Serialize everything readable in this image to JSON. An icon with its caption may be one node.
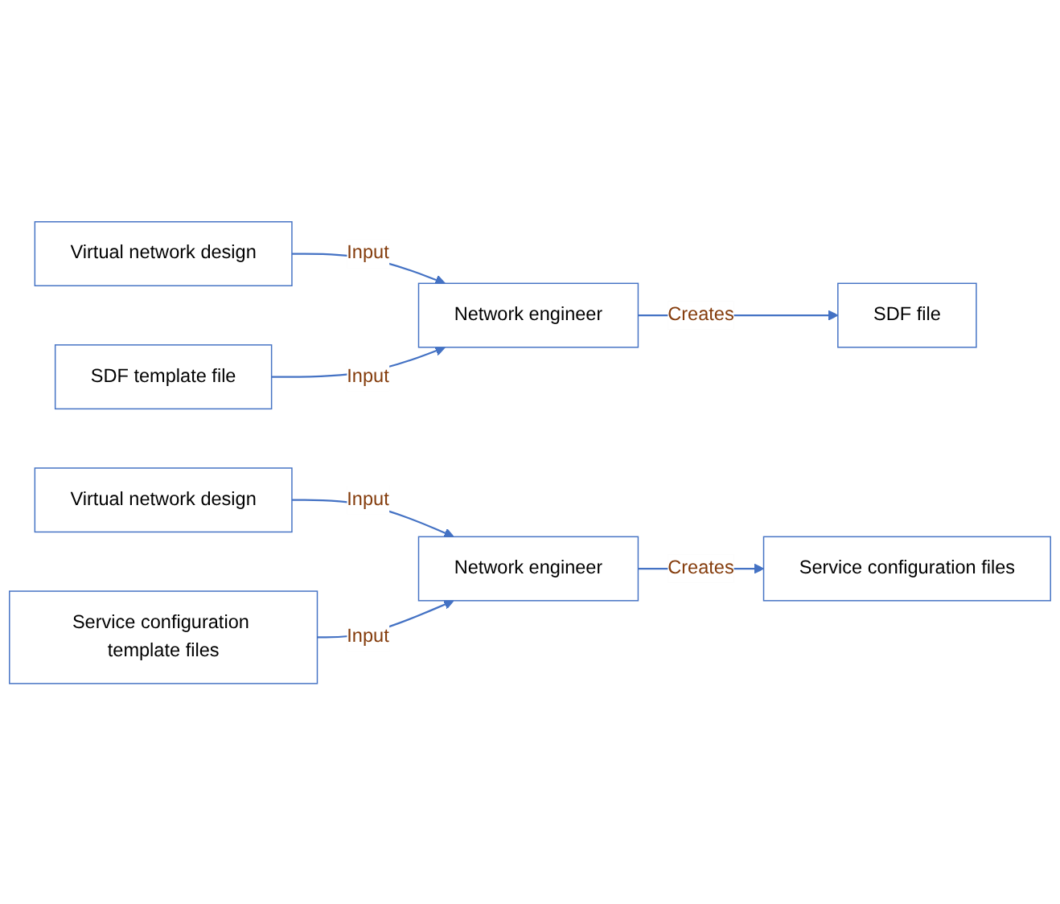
{
  "diagram": {
    "nodes": [
      {
        "text": [
          "Virtual network design"
        ]
      },
      {
        "text": [
          "SDF template file"
        ]
      },
      {
        "text": [
          "Network engineer"
        ]
      },
      {
        "text": [
          "SDF file"
        ]
      },
      {
        "text": [
          "Virtual network design"
        ]
      },
      {
        "text": [
          "Service configuration template files"
        ]
      },
      {
        "text": [
          "Network engineer"
        ]
      },
      {
        "text": [
          "Service configuration files"
        ]
      }
    ],
    "edges": [
      {
        "from": 0,
        "to": 2,
        "arrow": "to",
        "label": "Input"
      },
      {
        "from": 1,
        "to": 2,
        "arrow": "to",
        "label": "Input"
      },
      {
        "from": 2,
        "to": 3,
        "arrow": "to",
        "label": "Creates"
      },
      {
        "from": 4,
        "to": 6,
        "arrow": "to",
        "label": "Input"
      },
      {
        "from": 5,
        "to": 6,
        "arrow": "to",
        "label": "Input"
      },
      {
        "from": 6,
        "to": 7,
        "arrow": "to",
        "label": "Creates"
      }
    ]
  }
}
